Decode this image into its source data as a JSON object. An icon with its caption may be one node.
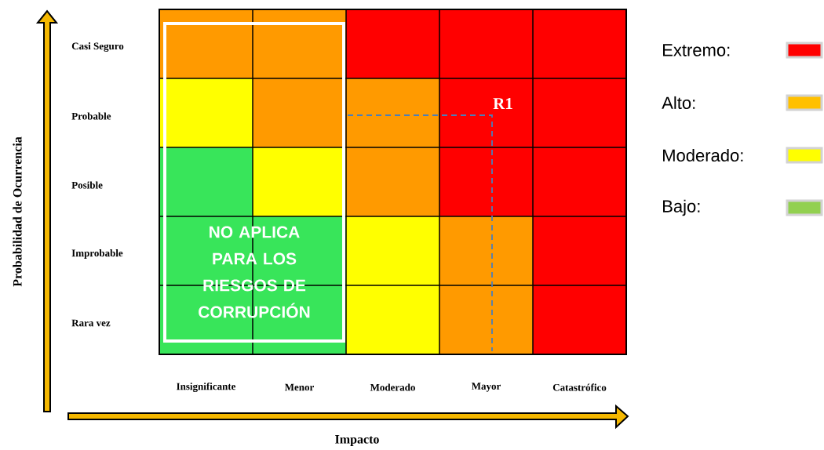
{
  "diagram": {
    "nodes": [
      {
        "text": [
          "NO APLICA PARA LOS RIESGOS DE CORRUPCIÓN"
        ]
      }
    ],
    "labels": [
      "Casi Seguro",
      "Probable",
      "Posible",
      "Improbable",
      "Rara vez",
      "Insignificante",
      "Menor",
      "Moderado",
      "Mayor",
      "Catastrófico",
      "Probabilidad de Ocurrencia",
      "Impacto",
      "R1"
    ],
    "legend": [
      {
        "text": "Extremo:",
        "color": "#ff0000"
      },
      {
        "text": "Alto:",
        "color": "#ffc000"
      },
      {
        "text": "Moderado:",
        "color": "#ffff00"
      },
      {
        "text": "Bajo:",
        "color": "#92d050"
      }
    ]
  }
}
